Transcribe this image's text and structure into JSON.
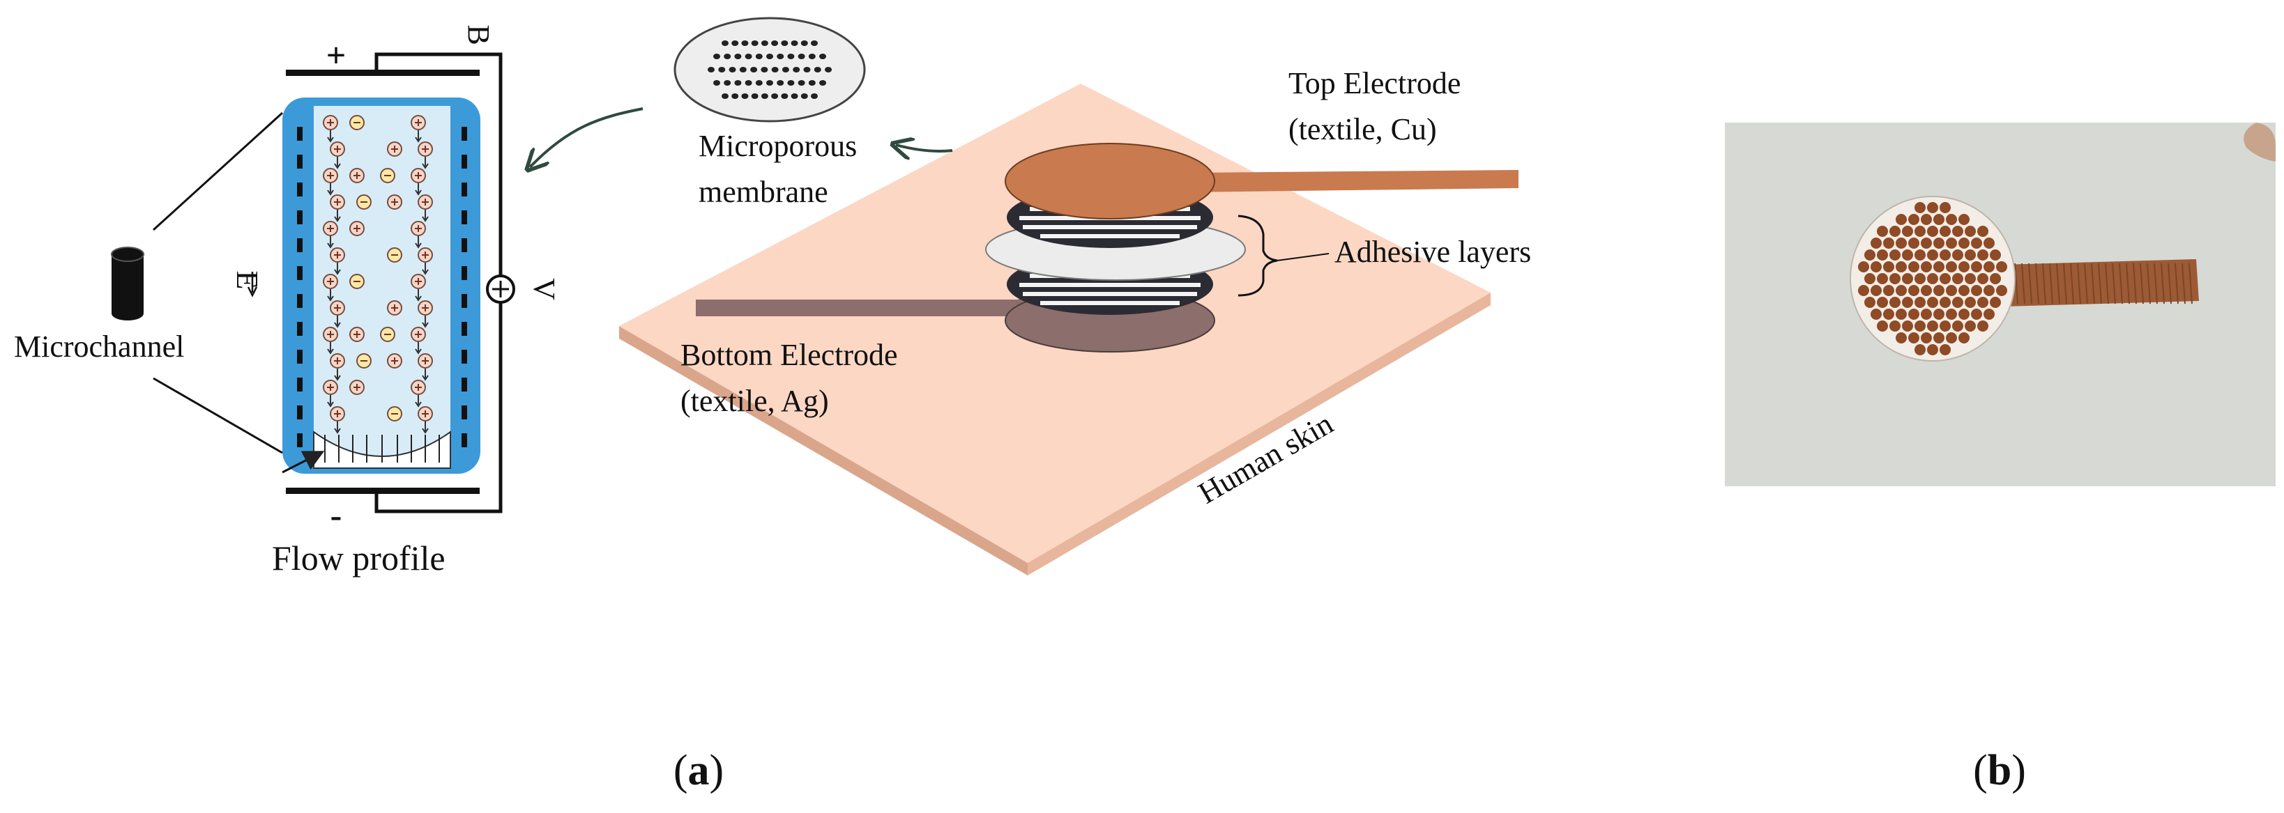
{
  "panel_a": {
    "labels": {
      "microchannel": "Microchannel",
      "flow_profile": "Flow profile",
      "plus_sign": "+",
      "minus_sign": "-",
      "b_field": "B",
      "voltage": "V",
      "e_field": "E",
      "microporous": "Microporous",
      "membrane": "membrane",
      "top_electrode": "Top Electrode",
      "top_electrode_material": "(textile, Cu)",
      "adhesive_layers": "Adhesive layers",
      "bottom_electrode": "Bottom Electrode",
      "bottom_electrode_material": "(textile, Ag)",
      "human_skin": "Human skin"
    },
    "caption_open": "(",
    "caption_letter": "a",
    "caption_close": ")"
  },
  "panel_b": {
    "caption_open": "(",
    "caption_letter": "b",
    "caption_close": ")"
  },
  "colors": {
    "channel_wall_blue": "#3d9ad9",
    "channel_fluid": "#d8ecf8",
    "skin": "#fbd7c4",
    "top_electrode_cu": "#c97a4f",
    "bottom_electrode_ag": "#8c6e6c",
    "membrane_white": "#eeeeee",
    "photo_background": "#d7d9d5",
    "copper_textile": "#9c5a35"
  }
}
